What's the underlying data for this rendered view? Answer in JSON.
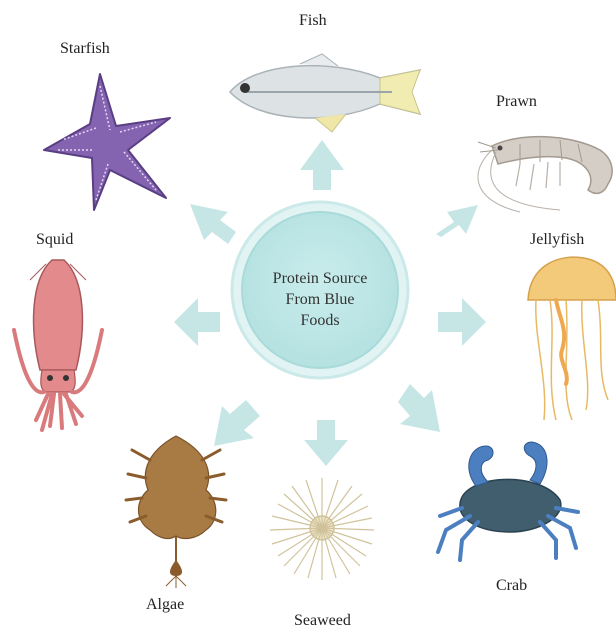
{
  "center": {
    "lines": [
      "Protein Source",
      "From Blue",
      "Foods"
    ]
  },
  "nodes": [
    {
      "key": "fish",
      "label": "Fish",
      "icon": "fish-icon"
    },
    {
      "key": "prawn",
      "label": "Prawn",
      "icon": "prawn-icon"
    },
    {
      "key": "jellyfish",
      "label": "Jellyfish",
      "icon": "jellyfish-icon"
    },
    {
      "key": "crab",
      "label": "Crab",
      "icon": "crab-icon"
    },
    {
      "key": "seaweed",
      "label": "Seaweed",
      "icon": "seaweed-icon"
    },
    {
      "key": "algae",
      "label": "Algae",
      "icon": "algae-icon"
    },
    {
      "key": "squid",
      "label": "Squid",
      "icon": "squid-icon"
    },
    {
      "key": "starfish",
      "label": "Starfish",
      "icon": "starfish-icon"
    }
  ],
  "colors": {
    "arrow": "#bfe3e3",
    "circle_fill": "#bde6e6",
    "circle_ring": "#d6eeee",
    "starfish": "#7b5ea7",
    "squid": "#d9787a",
    "jellyfish": "#f0c070",
    "crab": "#3d6fb0",
    "algae": "#9a6b3a",
    "seaweed": "#d8c9a0",
    "prawn": "#c9c0b8",
    "fish": "#d8dcde"
  }
}
